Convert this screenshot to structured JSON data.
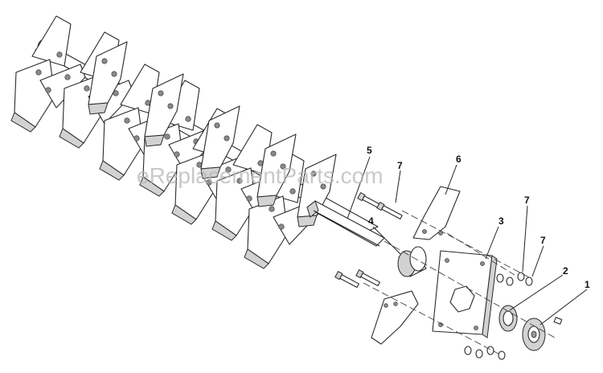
{
  "watermark": "eReplacementParts.com",
  "callouts": [
    "1",
    "2",
    "3",
    "4",
    "5",
    "6",
    "7",
    "7",
    "7"
  ]
}
